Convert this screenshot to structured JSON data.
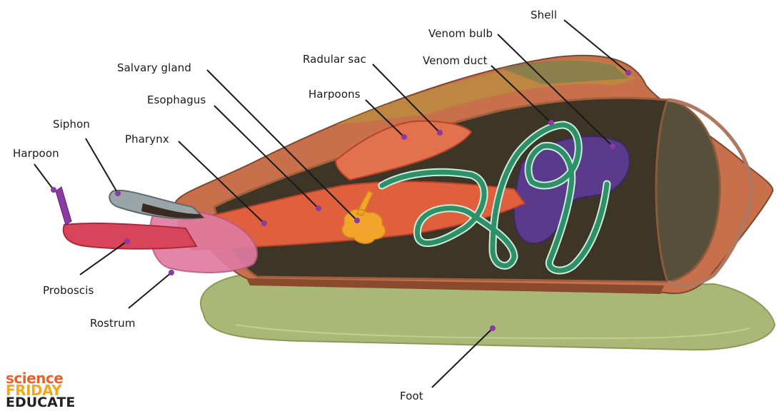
{
  "labels": {
    "shell": "Shell",
    "venom_bulb": "Venom bulb",
    "venom_duct": "Venom duct",
    "radular_sac": "Radular sac",
    "harpoons": "Harpoons",
    "salivary_gland": "Salvary gland",
    "esophagus": "Esophagus",
    "pharynx": "Pharynx",
    "siphon": "Siphon",
    "harpoon": "Harpoon",
    "proboscis": "Proboscis",
    "rostrum": "Rostrum",
    "foot": "Foot"
  },
  "logo": {
    "line1": "science",
    "line2": "FRIDAY",
    "line3": "EDUCATE"
  },
  "colors": {
    "shell": "#c86f4c",
    "shell_dark": "#7a4a2e",
    "cavity": "#3d3526",
    "foot": "#a9b876",
    "duct": "#2f8f6a",
    "bulb": "#5b3a8c",
    "proboscis": "#d8455a",
    "rostrum": "#e07ba0",
    "pharynx": "#e0603e",
    "salivary": "#f2a52a",
    "harpoon": "#8a3aa0",
    "siphon": "#9aa5a8"
  }
}
